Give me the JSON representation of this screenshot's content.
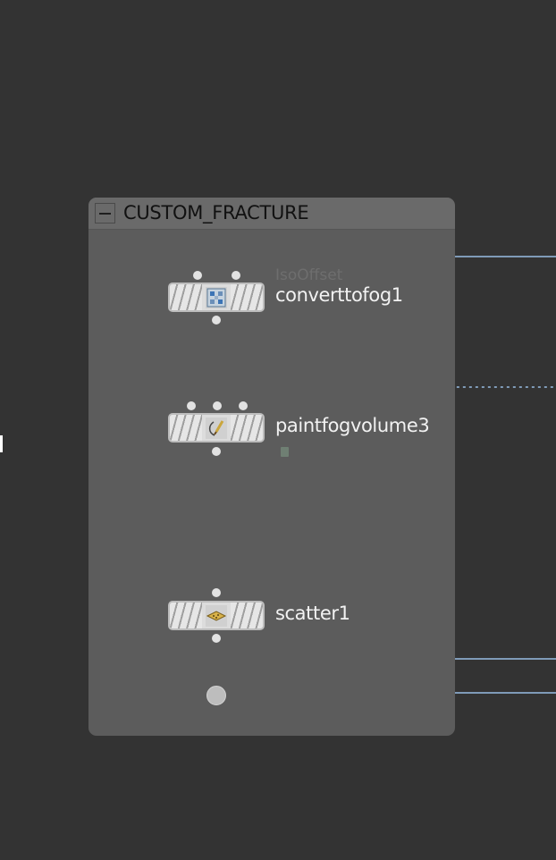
{
  "network_box": {
    "title": "CUSTOM_FRACTURE",
    "collapse_icon": "minus-icon"
  },
  "nodes": [
    {
      "name": "converttofog1",
      "comment": "IsoOffset",
      "icon": "volume-grid-icon"
    },
    {
      "name": "paintfogvolume3",
      "icon": "paint-brush-icon",
      "flag_icon": "cook-flag-icon"
    },
    {
      "name": "scatter1",
      "icon": "scatter-diamond-icon"
    }
  ],
  "colors": {
    "background": "#333333",
    "netbox_body": "#5c5c5c",
    "netbox_header": "#6a6a6a",
    "wire": "#7f9bb8",
    "node_body": "#dcdcdc"
  }
}
